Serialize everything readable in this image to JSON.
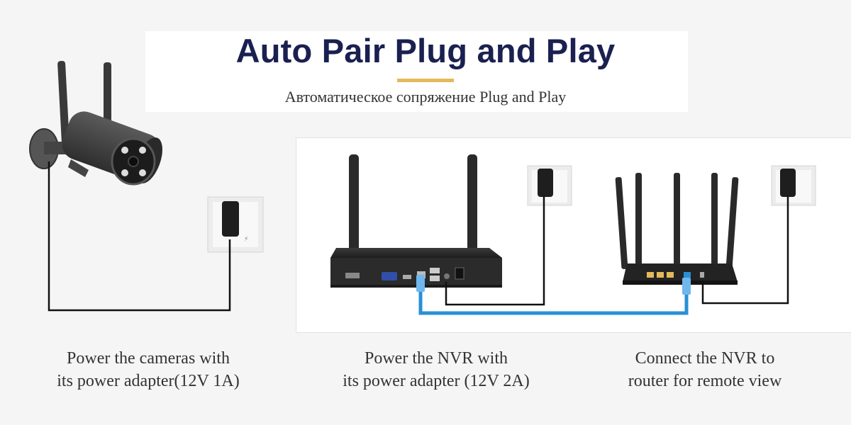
{
  "header": {
    "title": "Auto Pair Plug and Play",
    "subtitle": "Автоматическое сопряжение Plug and Play"
  },
  "captions": {
    "camera": {
      "line1": "Power the cameras with",
      "line2": "its power adapter(12V 1A)"
    },
    "nvr": {
      "line1": "Power the NVR with",
      "line2": "its power adapter (12V 2A)"
    },
    "router": {
      "line1": "Connect the NVR to",
      "line2": "router for remote view"
    }
  },
  "colors": {
    "title": "#1a2050",
    "accent": "#e4b95b",
    "ethernet_cable": "#2a8fd6",
    "power_cable": "#111111",
    "device_body": "#2b2b2b"
  },
  "icons": [
    "wifi-camera-icon",
    "power-adapter-icon",
    "nvr-recorder-icon",
    "wifi-router-icon",
    "ethernet-cable-icon"
  ]
}
